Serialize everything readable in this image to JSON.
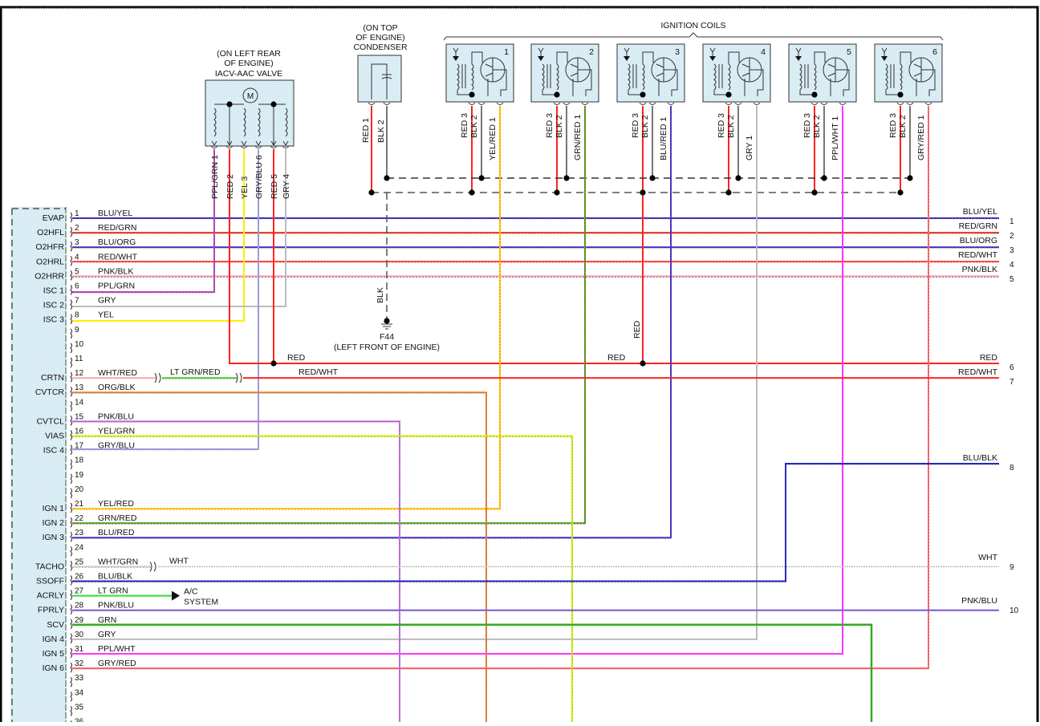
{
  "components": {
    "iacv": {
      "location": "(ON LEFT REAR",
      "location2": "OF ENGINE)",
      "name": "IACV-AAC VALVE",
      "motor": "M",
      "pins": [
        {
          "label": "PPL/GRN 1",
          "color": "#cc33cc",
          "stripe": "#33aa33"
        },
        {
          "label": "RED 2",
          "color": "#ff2222",
          "stripe": null
        },
        {
          "label": "YEL 3",
          "color": "#ffee00",
          "stripe": null
        },
        {
          "label": "GRY/BLU 6",
          "color": "#9999dd",
          "stripe": "#aaaaaa"
        },
        {
          "label": "RED 5",
          "color": "#ff2222",
          "stripe": null
        },
        {
          "label": "GRY 4",
          "color": "#bbbbbb",
          "stripe": null
        }
      ]
    },
    "condenser": {
      "location": "(ON TOP",
      "location2": "OF ENGINE)",
      "name": "CONDENSER",
      "pins": [
        {
          "label": "RED 1"
        },
        {
          "label": "BLK 2"
        }
      ]
    },
    "ignition_coils": {
      "title": "IGNITION COILS",
      "coils": [
        {
          "num": "1",
          "pins": [
            "RED 3",
            "BLK 2",
            "YEL/RED 1"
          ],
          "signal_color": "#ffcc00",
          "signal_stripe": "#ff6600"
        },
        {
          "num": "2",
          "pins": [
            "RED 3",
            "BLK 2",
            "GRN/RED 1"
          ],
          "signal_color": "#44aa22",
          "signal_stripe": "#cc3333"
        },
        {
          "num": "3",
          "pins": [
            "RED 3",
            "BLK 2",
            "BLU/RED 1"
          ],
          "signal_color": "#3333dd",
          "signal_stripe": "#cc3333"
        },
        {
          "num": "4",
          "pins": [
            "RED 3",
            "BLK 2",
            "GRY 1"
          ],
          "signal_color": "#bbbbbb",
          "signal_stripe": null
        },
        {
          "num": "5",
          "pins": [
            "RED 3",
            "BLK 2",
            "PPL/WHT 1"
          ],
          "signal_color": "#ff33ff",
          "signal_stripe": null
        },
        {
          "num": "6",
          "pins": [
            "RED 3",
            "BLK 2",
            "GRY/RED 1"
          ],
          "signal_color": "#ff5555",
          "signal_stripe": "#bbbbbb"
        }
      ]
    },
    "ground": {
      "wire": "BLK",
      "id": "F44",
      "location": "(LEFT FRONT OF ENGINE)"
    },
    "ac": {
      "line1": "A/C",
      "line2": "SYSTEM"
    }
  },
  "ecm_pins": [
    {
      "pin": "1",
      "name": "EVAP",
      "wire": "BLU/YEL",
      "color": "#2222dd",
      "stripe": "#ffcc00"
    },
    {
      "pin": "2",
      "name": "O2HFL",
      "wire": "RED/GRN",
      "color": "#ff2222",
      "stripe": "#33aa33"
    },
    {
      "pin": "3",
      "name": "O2HFR",
      "wire": "BLU/ORG",
      "color": "#2222dd",
      "stripe": "#ff8800"
    },
    {
      "pin": "4",
      "name": "O2HRL",
      "wire": "RED/WHT",
      "color": "#ff2222",
      "stripe": "#ffffff"
    },
    {
      "pin": "5",
      "name": "O2HRR",
      "wire": "PNK/BLK",
      "color": "#ff99aa",
      "stripe": "#555555"
    },
    {
      "pin": "6",
      "name": "ISC 1",
      "wire": "PPL/GRN",
      "color": "#cc33cc",
      "stripe": "#33aa33"
    },
    {
      "pin": "7",
      "name": "ISC 2",
      "wire": "GRY",
      "color": "#bbbbbb",
      "stripe": null
    },
    {
      "pin": "8",
      "name": "ISC 3",
      "wire": "YEL",
      "color": "#ffee00",
      "stripe": null
    },
    {
      "pin": "9",
      "name": "",
      "wire": ""
    },
    {
      "pin": "10",
      "name": "",
      "wire": ""
    },
    {
      "pin": "11",
      "name": "",
      "wire": ""
    },
    {
      "pin": "12",
      "name": "CRTN",
      "wire": "WHT/RED",
      "color": "#ffaaaa",
      "stripe": "#cccccc"
    },
    {
      "pin": "13",
      "name": "CVTCR",
      "wire": "ORG/BLK",
      "color": "#ee7722",
      "stripe": "#999999"
    },
    {
      "pin": "14",
      "name": "",
      "wire": ""
    },
    {
      "pin": "15",
      "name": "CVTCL",
      "wire": "PNK/BLU",
      "color": "#aa66dd",
      "stripe": "#ff99aa"
    },
    {
      "pin": "16",
      "name": "VIAS",
      "wire": "YEL/GRN",
      "color": "#ddee00",
      "stripe": "#66bb33"
    },
    {
      "pin": "17",
      "name": "ISC 4",
      "wire": "GRY/BLU",
      "color": "#9999ee",
      "stripe": "#aaaaaa"
    },
    {
      "pin": "18",
      "name": "",
      "wire": ""
    },
    {
      "pin": "19",
      "name": "",
      "wire": ""
    },
    {
      "pin": "20",
      "name": "",
      "wire": ""
    },
    {
      "pin": "21",
      "name": "IGN 1",
      "wire": "YEL/RED",
      "color": "#ffcc00",
      "stripe": "#ff6600"
    },
    {
      "pin": "22",
      "name": "IGN 2",
      "wire": "GRN/RED",
      "color": "#44aa22",
      "stripe": "#cc6633"
    },
    {
      "pin": "23",
      "name": "IGN 3",
      "wire": "BLU/RED",
      "color": "#3333dd",
      "stripe": "#cc3333"
    },
    {
      "pin": "24",
      "name": "",
      "wire": ""
    },
    {
      "pin": "25",
      "name": "TACHO",
      "wire": "WHT/GRN",
      "color": "#cccccc",
      "stripe": "#88cc66"
    },
    {
      "pin": "26",
      "name": "SSOFF",
      "wire": "BLU/BLK",
      "color": "#2222cc",
      "stripe": "#555555"
    },
    {
      "pin": "27",
      "name": "ACRLY",
      "wire": "LT GRN",
      "color": "#33dd33",
      "stripe": null
    },
    {
      "pin": "28",
      "name": "FPRLY",
      "wire": "PNK/BLU",
      "color": "#6655dd",
      "stripe": "#ff99aa"
    },
    {
      "pin": "29",
      "name": "SCV",
      "wire": "GRN",
      "color": "#33aa22",
      "stripe": null
    },
    {
      "pin": "30",
      "name": "IGN 4",
      "wire": "GRY",
      "color": "#bbbbbb",
      "stripe": null
    },
    {
      "pin": "31",
      "name": "IGN 5",
      "wire": "PPL/WHT",
      "color": "#ff33ff",
      "stripe": null
    },
    {
      "pin": "32",
      "name": "IGN 6",
      "wire": "GRY/RED",
      "color": "#ff5555",
      "stripe": "#bbbbbb"
    },
    {
      "pin": "33",
      "name": "",
      "wire": ""
    },
    {
      "pin": "34",
      "name": "",
      "wire": ""
    },
    {
      "pin": "35",
      "name": "",
      "wire": ""
    },
    {
      "pin": "36",
      "name": "",
      "wire": ""
    }
  ],
  "inline_labels": {
    "crtn_mid": "LT GRN/RED",
    "crtn_far": "RED/WHT",
    "tacho_mid": "WHT",
    "red_bus_1": "RED",
    "red_bus_2": "RED",
    "red_vertical": "RED"
  },
  "right_connector": [
    {
      "num": "1",
      "wire": "BLU/YEL"
    },
    {
      "num": "2",
      "wire": "RED/GRN"
    },
    {
      "num": "3",
      "wire": "BLU/ORG"
    },
    {
      "num": "4",
      "wire": "RED/WHT"
    },
    {
      "num": "5",
      "wire": "PNK/BLK"
    },
    {
      "num": "6",
      "wire": "RED"
    },
    {
      "num": "7",
      "wire": "RED/WHT"
    },
    {
      "num": "8",
      "wire": "BLU/BLK"
    },
    {
      "num": "9",
      "wire": "WHT"
    },
    {
      "num": "10",
      "wire": "PNK/BLU"
    }
  ]
}
